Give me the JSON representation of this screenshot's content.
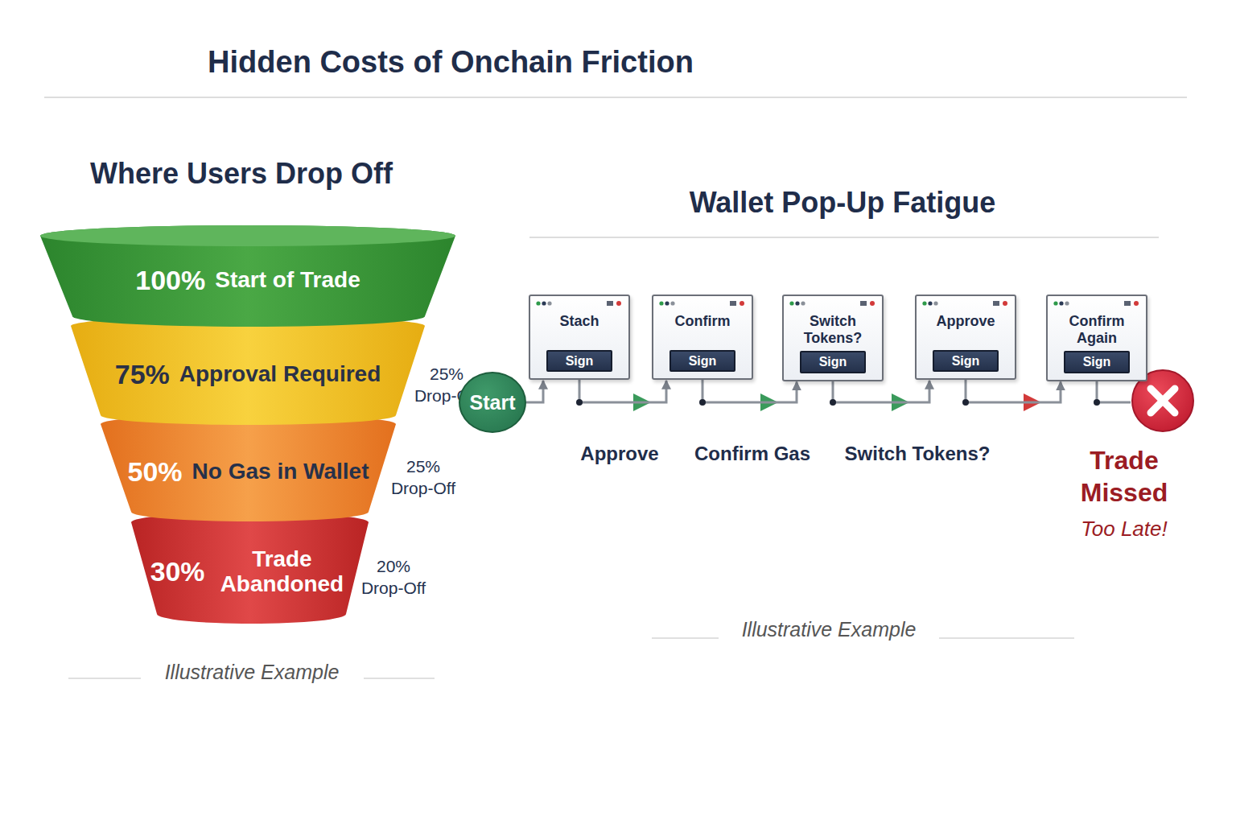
{
  "diagram": {
    "title": "Hidden Costs of Onchain Friction",
    "nodes": [
      {
        "text": [
          "100%",
          "Start of Trade"
        ]
      },
      {
        "text": [
          "75%",
          "Approval Required"
        ]
      },
      {
        "text": [
          "50%",
          "No Gas in Wallet"
        ]
      },
      {
        "text": [
          "30%",
          "Trade Abandoned"
        ]
      },
      {
        "text": [
          "Start"
        ]
      },
      {
        "text": [
          "Stach"
        ]
      },
      {
        "text": [
          "Sign"
        ],
        "in": 5
      },
      {
        "text": [
          "Confirm"
        ]
      },
      {
        "text": [
          "Sign"
        ],
        "in": 7
      },
      {
        "text": [
          "Switch Tokens?"
        ]
      },
      {
        "text": [
          "Sign"
        ],
        "in": 9
      },
      {
        "text": [
          "Approve"
        ]
      },
      {
        "text": [
          "Sign"
        ],
        "in": 11
      },
      {
        "text": [
          "Confirm Again"
        ]
      },
      {
        "text": [
          "Sign"
        ],
        "in": 13
      }
    ],
    "edges": [
      {
        "from": 4,
        "to": 5,
        "arrow": "to"
      },
      {
        "from": 5,
        "to": 7,
        "arrow": "to"
      },
      {
        "from": 7,
        "to": 9,
        "arrow": "to"
      },
      {
        "from": 9,
        "to": 11,
        "arrow": "to"
      },
      {
        "from": 11,
        "to": 13,
        "arrow": "to"
      }
    ],
    "labels": [
      "Where Users Drop Off",
      "25% Drop-Off",
      "25% Drop-Off",
      "20% Drop-Off",
      "Illustrative Example",
      "Wallet Pop-Up Fatigue",
      "Approve",
      "Confirm Gas",
      "Switch Tokens?",
      "Trade Missed",
      "Too Late!",
      "Illustrative Example"
    ]
  }
}
